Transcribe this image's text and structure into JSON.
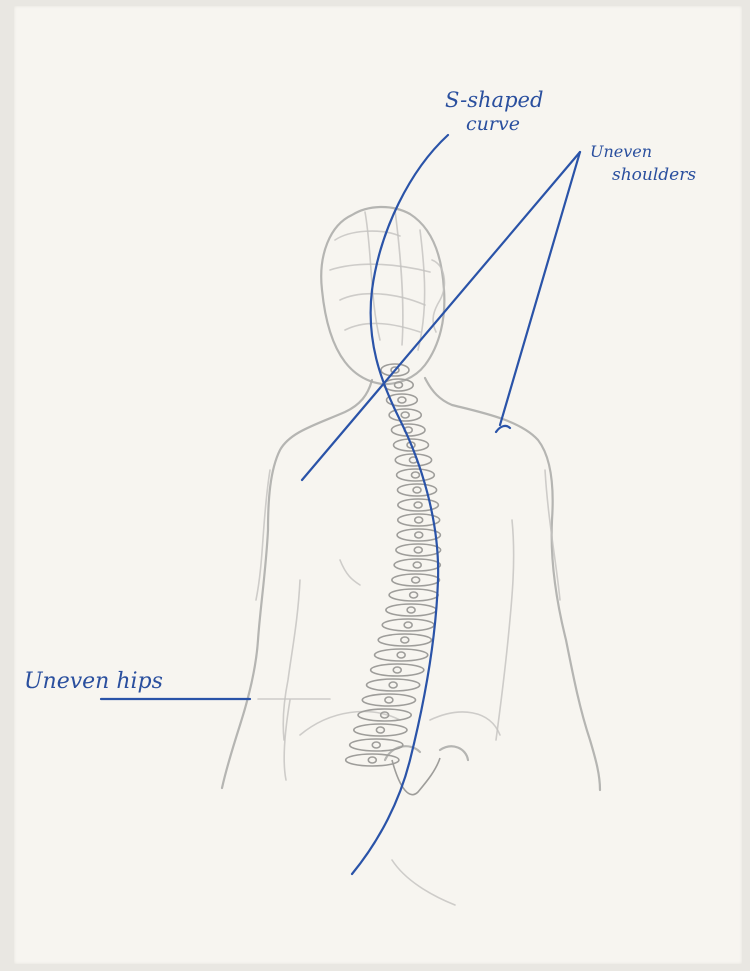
{
  "annotations": {
    "s_curve_line1": "S-shaped",
    "s_curve_line2": "curve",
    "shoulders_line1": "Uneven",
    "shoulders_line2": "shoulders",
    "hips": "Uneven hips"
  },
  "colors": {
    "paper": "#f7f5f0",
    "pencil": "#a9a9a7",
    "ink": "#2a53a8"
  }
}
